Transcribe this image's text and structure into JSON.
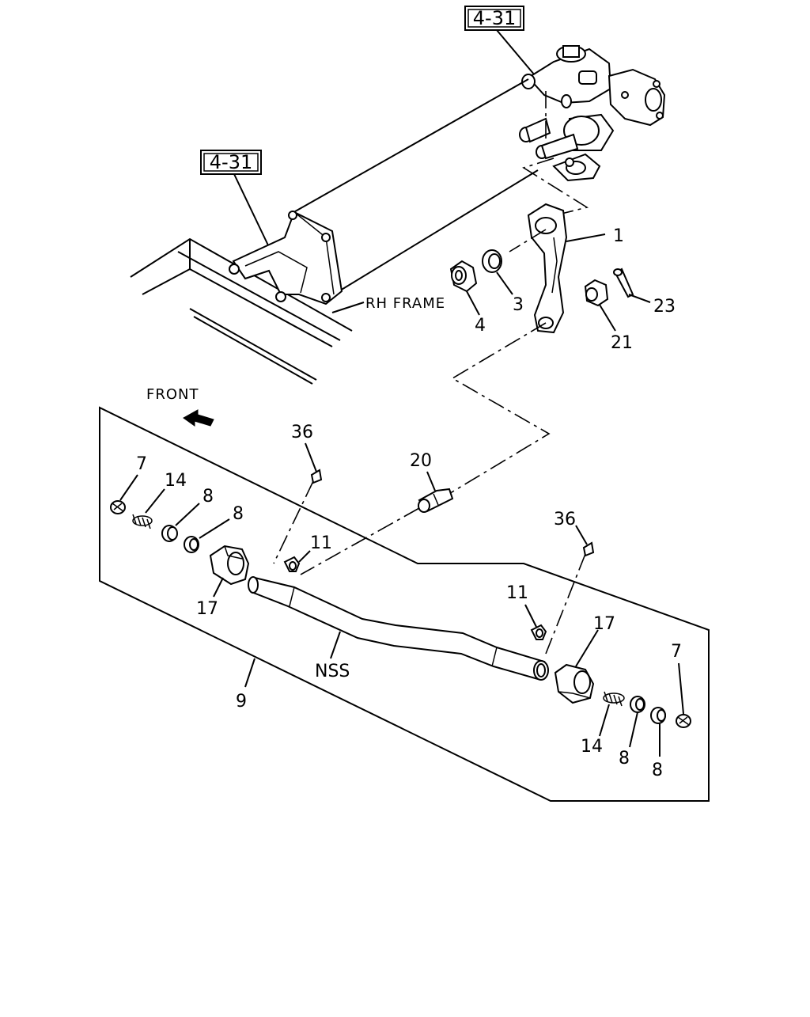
{
  "diagram": {
    "references": [
      "4-31",
      "4-31"
    ],
    "captions": {
      "rh_frame": "RH FRAME",
      "front": "FRONT",
      "nss": "NSS"
    },
    "callouts": {
      "c1": "1",
      "c3": "3",
      "c4": "4",
      "c23": "23",
      "c21": "21",
      "c36a": "36",
      "c20": "20",
      "c7a": "7",
      "c14a": "14",
      "c8a": "8",
      "c8b": "8",
      "c11a": "11",
      "c17a": "17",
      "c9": "9",
      "c36b": "36",
      "c11b": "11",
      "c17b": "17",
      "c7b": "7",
      "c14b": "14",
      "c8c": "8",
      "c8d": "8"
    }
  }
}
